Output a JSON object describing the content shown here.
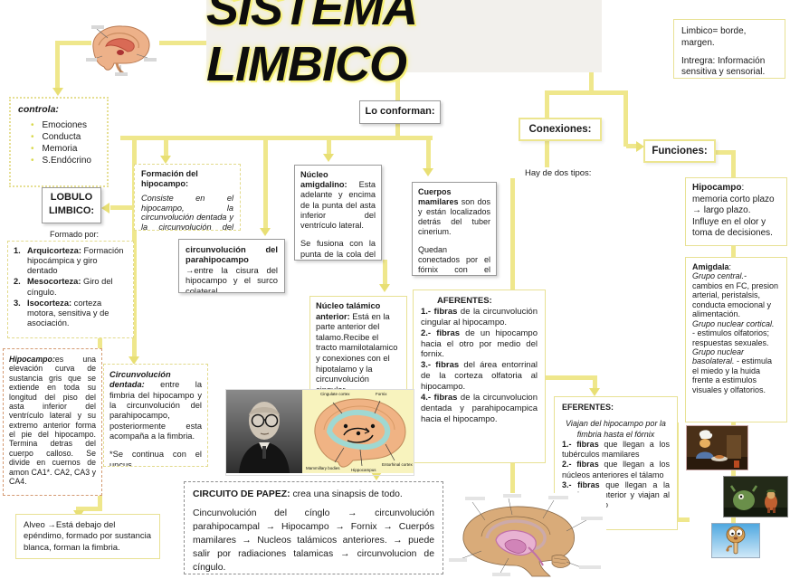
{
  "title": "SISTEMA LIMBICO",
  "limbico_def": {
    "line1": "Limbico= borde, margen.",
    "line2": "Intregra: Información sensitiva y sensorial."
  },
  "controla": {
    "label": "controla:",
    "items": [
      "Emociones",
      "Conducta",
      "Memoria",
      "S.Endócrino"
    ]
  },
  "lobulo": {
    "title_line1": "LOBULO",
    "title_line2": "LIMBICO:",
    "subtitle": "Formado por:",
    "items": [
      {
        "num": "1.",
        "lead": "Arquicorteza:",
        "text": " Formación hipocámpica y giro dentado"
      },
      {
        "num": "2.",
        "lead": "Mesocorteza:",
        "text": " Giro del cíngulo."
      },
      {
        "num": "3.",
        "lead": "Isocorteza:",
        "text": " corteza motora, sensitiva y de asociación."
      }
    ]
  },
  "hipocampo_def": {
    "lead": "Hipocampo:",
    "text": "es una elevación curva de sustancia gris que se extiende en toda su longitud del piso del asta inferior del ventrículo lateral y su extremo anterior forma el pie del hipocampo. Termina detras del cuerpo calloso. Se divide en cuernos de amon CA1*. CA2, CA3 y CA4."
  },
  "circ_dentada": {
    "lead": "Circunvolución dentada:",
    "text": "entre la fimbria del hipocampo y la circunvolución del parahipocampo, posteriormente esta acompaña a la fimbria.",
    "note": "*Se continua con el uncus"
  },
  "alveo": {
    "text": "Alveo →Está debajo del epéndimo, formado por sustancia blanca, forman la fimbria."
  },
  "formacion": {
    "lead": "Formación del hipocampo:",
    "text": "Consiste en el hipocampo, la circunvolución dentada y la circunvolución del parahipocampo."
  },
  "parahipocampo": {
    "lead": "circunvolución del parahipocampo",
    "text": " →entre la cisura del hipocampo y el surco colateral."
  },
  "lo_conforman": "Lo conforman:",
  "nucleo_amigdalino": {
    "lead": "Núcleo amigdalino:",
    "text": " Esta adelante y encima de la punta del asta inferior del ventrículo lateral.",
    "text2": "Se fusiona con la punta de la cola del nucleo caudado"
  },
  "nucleo_talamico": {
    "lead": "Núcleo talámico anterior:",
    "text": " Está en la parte anterior del talamo.Recibe el tracto mamilotalamico y conexiones con el hipotalamo y la circunvolución cingular."
  },
  "cuerpos_mamilares": {
    "lead": "Cuerpos mamilares",
    "text": " son dos y están localizados detrás del tuber cinerium.",
    "text2": " Quedan conectados por el fórnix con el hipocampo"
  },
  "conexiones": "Conexiones:",
  "hay_dos_tipos": "Hay de dos tipos:",
  "aferentes": {
    "title": "AFERENTES:",
    "items": [
      {
        "lead": "1.- fibras",
        "text": " de la circunvolución cingular al hipocampo."
      },
      {
        "lead": "2.- fibras",
        "text": " de un hipocampo hacia el otro por medio del fornix."
      },
      {
        "lead": "3.- fibras",
        "text": " del área entorrinal de la corteza olfatoria al hipocampo."
      },
      {
        "lead": "4.- fibras",
        "text": " de la circunvolucion dentada y parahipocampica hacia el hipocampo."
      }
    ]
  },
  "eferentes": {
    "title": "EFERENTES:",
    "subtitle": "Viajan del hipocampo por la fimbria hasta el fórnix",
    "items": [
      {
        "lead": "1.- fibras",
        "text": " que llegan a los tubérculos mamilares"
      },
      {
        "lead": "2.- fibras",
        "text": " que llegan a los núcleos anteriores el tálamo"
      },
      {
        "lead": "3.- fibras",
        "text": " que llegan a la comisura anterior y viajan al mesencéfalo"
      }
    ]
  },
  "funciones": "Funciones:",
  "hipocampo_funcion": {
    "lead": "Hipocampo",
    "text": ": memoria corto plazo → largo plazo.",
    "text2": "Influye en el olor y toma de decisiones."
  },
  "amigdala": {
    "lead": "Amigdala",
    "colon": ":",
    "groups": [
      {
        "name": "Grupo central.-",
        "text": "cambios en FC, presion arterial, peristalsis, conducta emocional y alimentación."
      },
      {
        "name": "Grupo nuclear cortical.",
        "text": "- estimulos olfatorios; respuestas sexuales."
      },
      {
        "name": "Grupo nuclear basolateral.",
        "text": " -  estimula el miedo y la huida frente a estimulos visuales y olfatorios."
      }
    ]
  },
  "papez": {
    "lead": "CIRCUITO DE PAPEZ:",
    "intro": " crea una sinapsis de todo.",
    "chain": "Cincunvolución del cínglo → circunvolución parahipocampal → Hipocampo → Fornix → Cuerpós mamilares → Nucleos talámicos anteriores. → puede salir por radiaciones talamicas → circunvolucion de cíngulo."
  },
  "papez_image": {
    "labels": [
      "Cingulate cortex",
      "Fornix",
      "Mammillary bodies",
      "Hippocampus",
      "Entorhinal cortex"
    ]
  },
  "images": {
    "brain_top": "brain-sketch-illustration",
    "papez_photo": "papez-portrait-with-brain-diagram",
    "brain_bottom": "brain-sagittal-limbic-diagram",
    "cartoon_chef": "cartoon-chef-scene",
    "cartoon_monsters": "cartoon-monsters-scene",
    "cartoon_timon": "cartoon-timon-meerkat"
  },
  "colors": {
    "connector": "#efe78c",
    "title_glow": "#f6f06e",
    "title_panel": "#f2f0ec"
  }
}
